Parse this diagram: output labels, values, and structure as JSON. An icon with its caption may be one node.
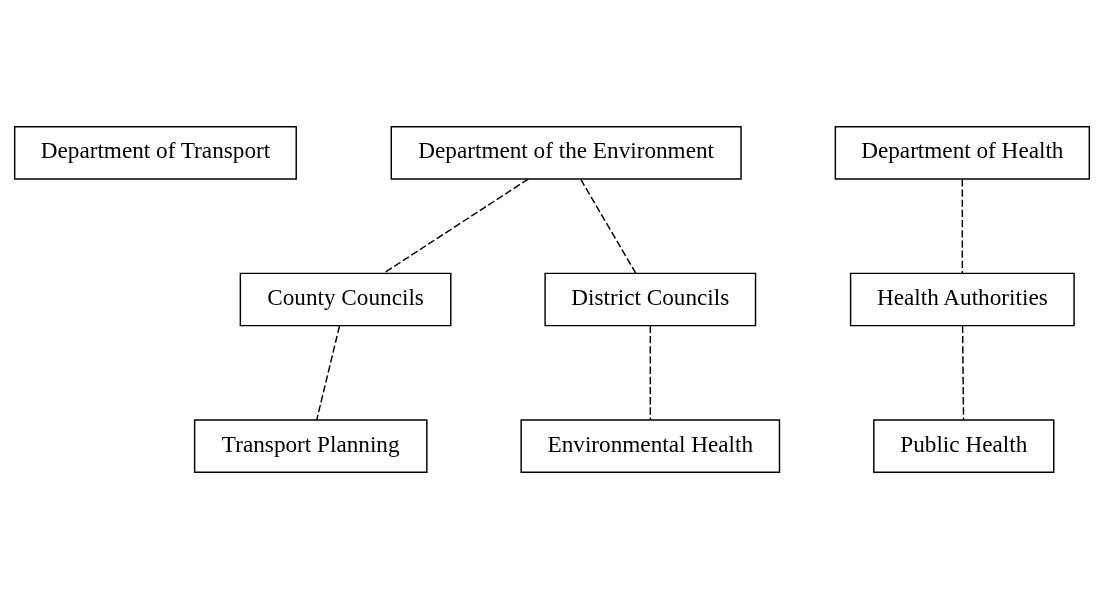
{
  "diagram": {
    "nodes": [
      {
        "text": [
          "Department of Transport"
        ]
      },
      {
        "text": [
          "Department of the Environment"
        ]
      },
      {
        "text": [
          "Department of Health"
        ]
      },
      {
        "text": [
          "County Councils"
        ]
      },
      {
        "text": [
          "District Councils"
        ]
      },
      {
        "text": [
          "Health Authorities"
        ]
      },
      {
        "text": [
          "Transport Planning"
        ]
      },
      {
        "text": [
          "Environmental Health"
        ]
      },
      {
        "text": [
          "Public Health"
        ]
      }
    ],
    "edges": [
      {
        "from": 1,
        "to": 3,
        "arrow": "none",
        "style": "dashed"
      },
      {
        "from": 1,
        "to": 4,
        "arrow": "none",
        "style": "dashed"
      },
      {
        "from": 2,
        "to": 5,
        "arrow": "none",
        "style": "dashed"
      },
      {
        "from": 3,
        "to": 6,
        "arrow": "none",
        "style": "dashed"
      },
      {
        "from": 4,
        "to": 7,
        "arrow": "none",
        "style": "dashed"
      },
      {
        "from": 5,
        "to": 8,
        "arrow": "none",
        "style": "dashed"
      }
    ]
  }
}
